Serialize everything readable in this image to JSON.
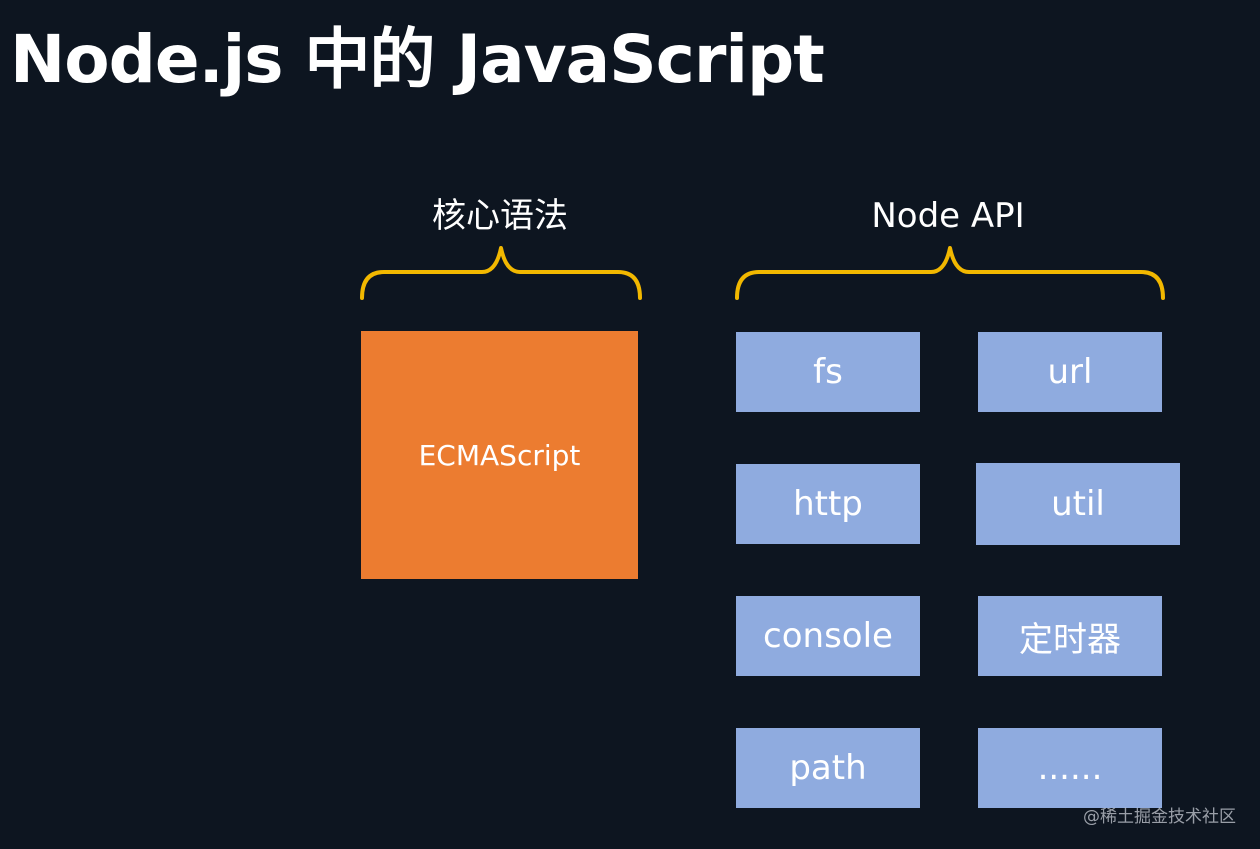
{
  "title": "Node.js 中的 JavaScript",
  "core": {
    "label": "核心语法",
    "box": "ECMAScript"
  },
  "api": {
    "label": "Node API",
    "items": [
      "fs",
      "url",
      "http",
      "util",
      "console",
      "定时器",
      "path",
      "......"
    ]
  },
  "watermark": "@稀土掘金技术社区",
  "colors": {
    "background": "#0d1520",
    "brace": "#f2b800",
    "core_box": "#ec7c30",
    "api_box": "#8fabdf",
    "text": "#ffffff"
  }
}
